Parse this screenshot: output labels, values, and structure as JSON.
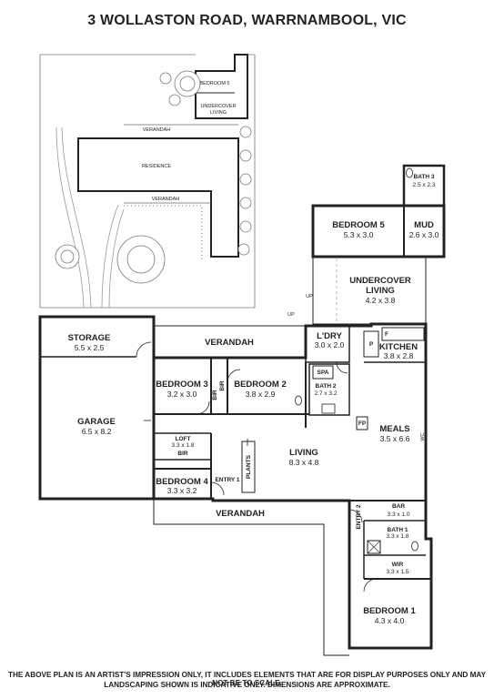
{
  "title": "3 WOLLASTON ROAD, WARRNAMBOOL, VIC",
  "site_plan": {
    "labels": {
      "bedroom5": "BEDROOM 5",
      "undercover1": "UNDERCOVER",
      "undercover2": "LIVING",
      "verandah_top": "VERANDAH",
      "residence": "RESIDENCE",
      "verandah_bottom": "VERANDAH"
    }
  },
  "rooms": {
    "bath3": {
      "name": "BATH 3",
      "dim": "2.5 x 2.3"
    },
    "bedroom5": {
      "name": "BEDROOM 5",
      "dim": "5.3 x 3.0"
    },
    "mud": {
      "name": "MUD",
      "dim": "2.6 x 3.0"
    },
    "undercover": {
      "name1": "UNDERCOVER",
      "name2": "LIVING",
      "dim": "4.2 x 3.8"
    },
    "storage": {
      "name": "STORAGE",
      "dim": "5.5 x 2.5"
    },
    "verandah_top": {
      "name": "VERANDAH"
    },
    "laundry": {
      "name": "L'DRY",
      "dim": "3.0 x 2.0"
    },
    "kitchen": {
      "name": "KITCHEN",
      "dim": "3.8 x 2.8"
    },
    "bedroom3": {
      "name": "BEDROOM 3",
      "dim": "3.2 x 3.0"
    },
    "bedroom2": {
      "name": "BEDROOM 2",
      "dim": "3.8 x 2.9"
    },
    "bath2": {
      "name": "BATH 2",
      "dim": "2.7 x 3.2"
    },
    "spa": {
      "name": "SPA"
    },
    "garage": {
      "name": "GARAGE",
      "dim": "6.5 x 8.2"
    },
    "meals": {
      "name": "MEALS",
      "dim": "3.5 x 6.6"
    },
    "loft": {
      "name": "LOFT",
      "dim": "3.3 x 1.8"
    },
    "bir_left": {
      "name": "BIR"
    },
    "bir_right": {
      "name": "BIR"
    },
    "bir_lower": {
      "name": "BIR"
    },
    "living": {
      "name": "LIVING",
      "dim": "8.3 x 4.8"
    },
    "bedroom4": {
      "name": "BEDROOM 4",
      "dim": "3.3 x 3.2"
    },
    "entry1": {
      "name": "ENTRY 1"
    },
    "plants": {
      "name": "PLANTS"
    },
    "verandah_bottom": {
      "name": "VERANDAH"
    },
    "bar": {
      "name": "BAR",
      "dim": "3.3 x 1.0"
    },
    "entry2": {
      "name": "ENTRY 2"
    },
    "bath1": {
      "name": "BATH 1",
      "dim": "3.3 x 1.8"
    },
    "wir": {
      "name": "WIR",
      "dim": "3.3 x 1.5"
    },
    "bedroom1": {
      "name": "BEDROOM 1",
      "dim": "4.3 x 4.0"
    }
  },
  "symbols": {
    "up1": "UP",
    "up2": "UP",
    "fp": "FP",
    "f": "F",
    "p": "P",
    "wc": "WC"
  },
  "footer": {
    "line1": "THE ABOVE PLAN IS AN ARTIST'S IMPRESSION ONLY, IT INCLUDES ELEMENTS THAT ARE FOR DISPLAY PURPOSES ONLY AND MAY NOT BE TO SCALE.",
    "line2": "LANDSCAPING SHOWN IS INDICATIVE ONLY. DIMENSIONS ARE APPROXIMATE."
  }
}
